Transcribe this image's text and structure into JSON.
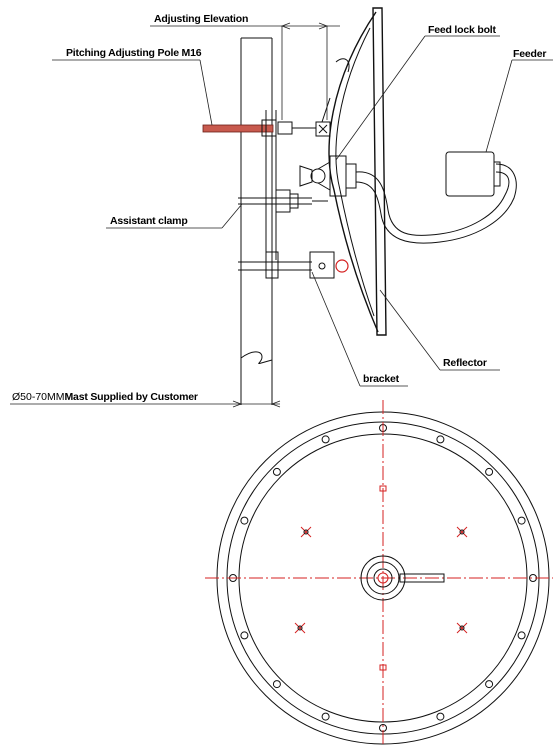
{
  "labels": {
    "adjusting_elevation": "Adjusting Elevation",
    "feed_lock_bolt": "Feed lock bolt",
    "feeder": "Feeder",
    "pitching_adjusting_pole": "Pitching Adjusting Pole M16",
    "assistant_clamp": "Assistant clamp",
    "reflector": "Reflector",
    "bracket": "bracket",
    "mast_prefix": "Ø50-70MM",
    "mast_suffix": "Mast Supplied by Customer"
  },
  "colors": {
    "line": "#111111",
    "centerline": "#d42020",
    "pole": "#c85a4e"
  }
}
